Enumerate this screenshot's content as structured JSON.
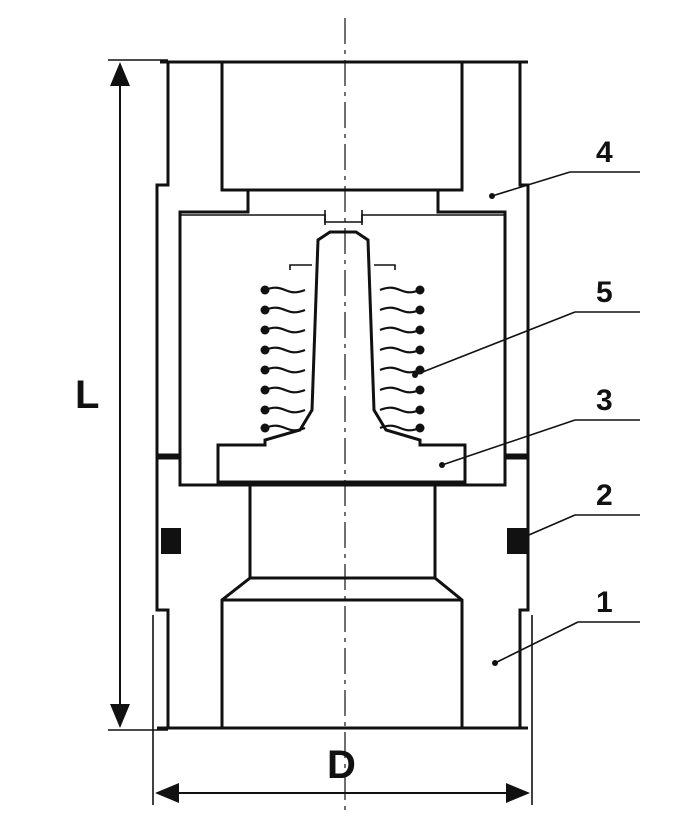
{
  "parts": [
    {
      "number": "1"
    },
    {
      "number": "2"
    },
    {
      "number": "3"
    },
    {
      "number": "4"
    },
    {
      "number": "5"
    }
  ],
  "dimensions": {
    "length_label": "L",
    "diameter_label": "D"
  }
}
